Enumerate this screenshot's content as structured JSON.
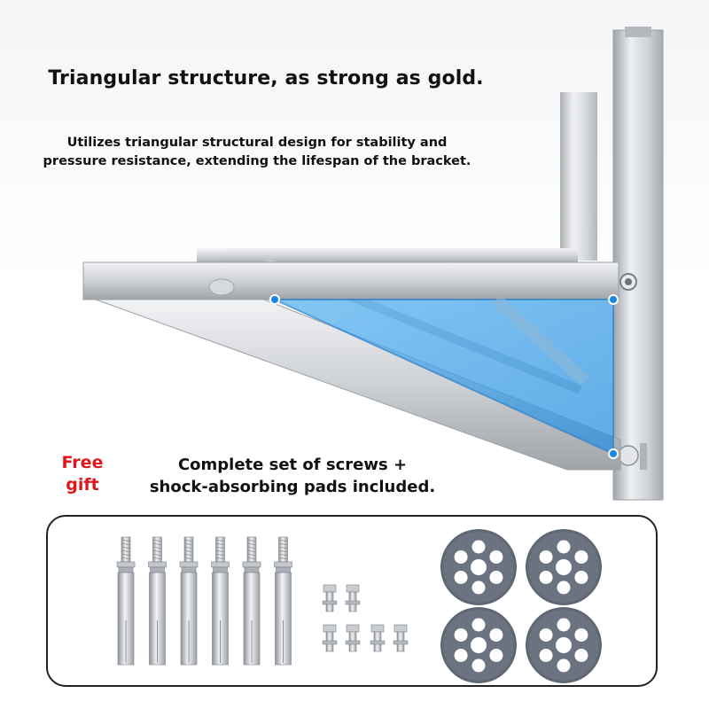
{
  "headline": "Triangular structure, as strong as gold.",
  "description_lines": [
    "Utilizes triangular structural design for stability and",
    "pressure resistance, extending the lifespan of the bracket."
  ],
  "gift_badge": [
    "Free",
    "gift"
  ],
  "gift_note_lines": [
    "Complete set of screws +",
    "shock-absorbing pads included."
  ],
  "accessories": {
    "expansion_bolts": 6,
    "small_screws": 6,
    "shock_pads": 4
  },
  "colors": {
    "highlight": "#3a9fe8",
    "gift_red": "#e0161c",
    "steel": "#c9ccd0",
    "pad": "#5f6773"
  }
}
